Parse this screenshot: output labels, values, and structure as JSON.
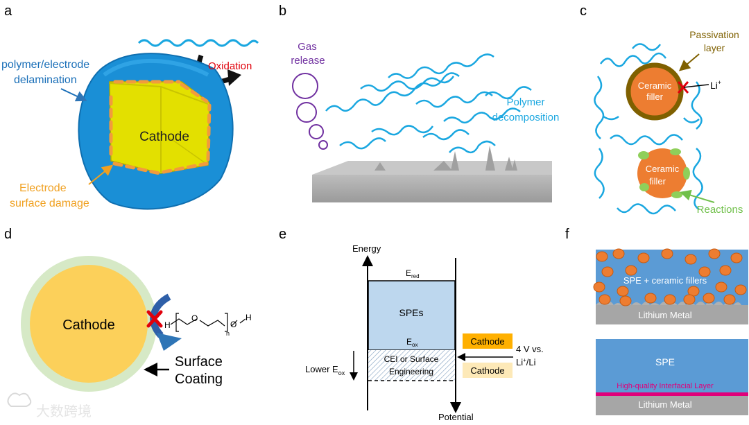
{
  "panels": {
    "a": {
      "letter": "a",
      "cathode": "Cathode",
      "oxidation": "Oxidation",
      "delamination_line1": "polymer/electrode",
      "delamination_line2": "delamination",
      "damage_line1": "Electrode",
      "damage_line2": "surface damage"
    },
    "b": {
      "letter": "b",
      "gas_line1": "Gas",
      "gas_line2": "release",
      "polymer_line1": "Polymer",
      "polymer_line2": "decomposition"
    },
    "c": {
      "letter": "c",
      "passivation_line1": "Passivation",
      "passivation_line2": "layer",
      "filler_line1": "Ceramic",
      "filler_line2": "filler",
      "li_ion": "Li",
      "li_sup": "+",
      "reactions": "Reactions"
    },
    "d": {
      "letter": "d",
      "cathode": "Cathode",
      "coating_line1": "Surface",
      "coating_line2": "Coating",
      "formula": {
        "h_left": "H",
        "o_left": "O",
        "subscript_n": "n",
        "o_right": "O",
        "h_right": "H"
      }
    },
    "e": {
      "letter": "e",
      "energy": "Energy",
      "potential": "Potential",
      "ered": "E",
      "ered_sub": "red",
      "spes": "SPEs",
      "eox": "E",
      "eox_sub": "ox",
      "cei_line1": "CEI or Surface",
      "cei_line2": "Engineering",
      "lower_eox": "Lower E",
      "lower_eox_sub": "ox",
      "cathode_top": "Cathode",
      "cathode_bottom": "Cathode",
      "voltage_line1": "4 V vs.",
      "voltage_line2": "Li",
      "voltage_sup": "+",
      "voltage_line2_rest": "/Li"
    },
    "f": {
      "letter": "f",
      "top_layer": "SPE + ceramic fillers",
      "top_metal": "Lithium Metal",
      "bottom_layer": "SPE",
      "interfacial": "High-quality Interfacial Layer",
      "bottom_metal": "Lithium Metal"
    }
  },
  "watermark": "大数跨境",
  "colors": {
    "polymer_blue": "#1aa7e0",
    "cathode_yellow": "#e3e000",
    "damage_orange": "#f29b3c",
    "coating_green": "#d6e9c6",
    "cathode_gold": "#fcd05a",
    "filler_orange": "#ed7d31",
    "passivation_brown": "#7f6000",
    "reaction_green": "#70c04a",
    "spe_blue": "#5b9bd5",
    "metal_grey": "#a6a6a6",
    "interfacial_magenta": "#e0007a",
    "gas_purple": "#7030a0",
    "red_label": "#e0000b",
    "accent_blue": "#2e75b6"
  }
}
